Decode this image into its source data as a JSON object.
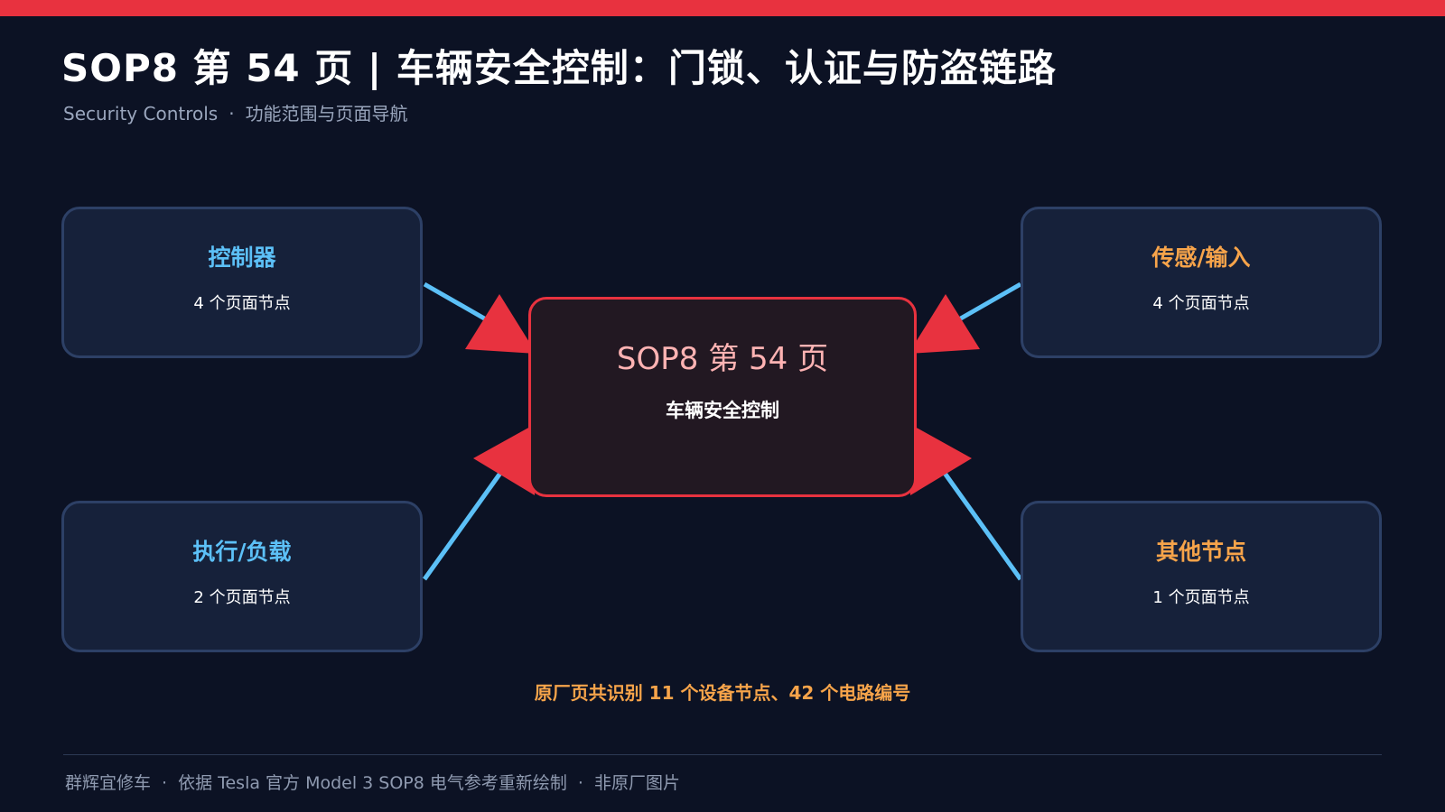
{
  "header": {
    "title": "SOP8 第 54 页 | 车辆安全控制：门锁、认证与防盗链路",
    "subtitle_en": "Security Controls",
    "subtitle_separator": "·",
    "subtitle_zh": "功能范围与页面导航"
  },
  "center": {
    "title": "SOP8 第 54 页",
    "subtitle": "车辆安全控制"
  },
  "nodes": [
    {
      "id": "top-left",
      "label": "控制器",
      "count": "4 个页面节点",
      "color": "#5cc0f7"
    },
    {
      "id": "bottom-left",
      "label": "执行/负载",
      "count": "2 个页面节点",
      "color": "#5cc0f7"
    },
    {
      "id": "top-right",
      "label": "传感/输入",
      "count": "4 个页面节点",
      "color": "#f7a44a"
    },
    {
      "id": "bottom-right",
      "label": "其他节点",
      "count": "1 个页面节点",
      "color": "#f7a44a"
    }
  ],
  "summary": "原厂页共识别 11 个设备节点、42 个电路编号",
  "footer": {
    "brand": "群辉宜修车",
    "separator": "·",
    "source": "依据 Tesla 官方 Model 3 SOP8 电气参考重新绘制",
    "disclaimer": "非原厂图片"
  },
  "colors": {
    "accent_red": "#e8323f",
    "line_blue": "#5cc0f7",
    "label_orange": "#f7a44a",
    "background": "#0c1224"
  }
}
